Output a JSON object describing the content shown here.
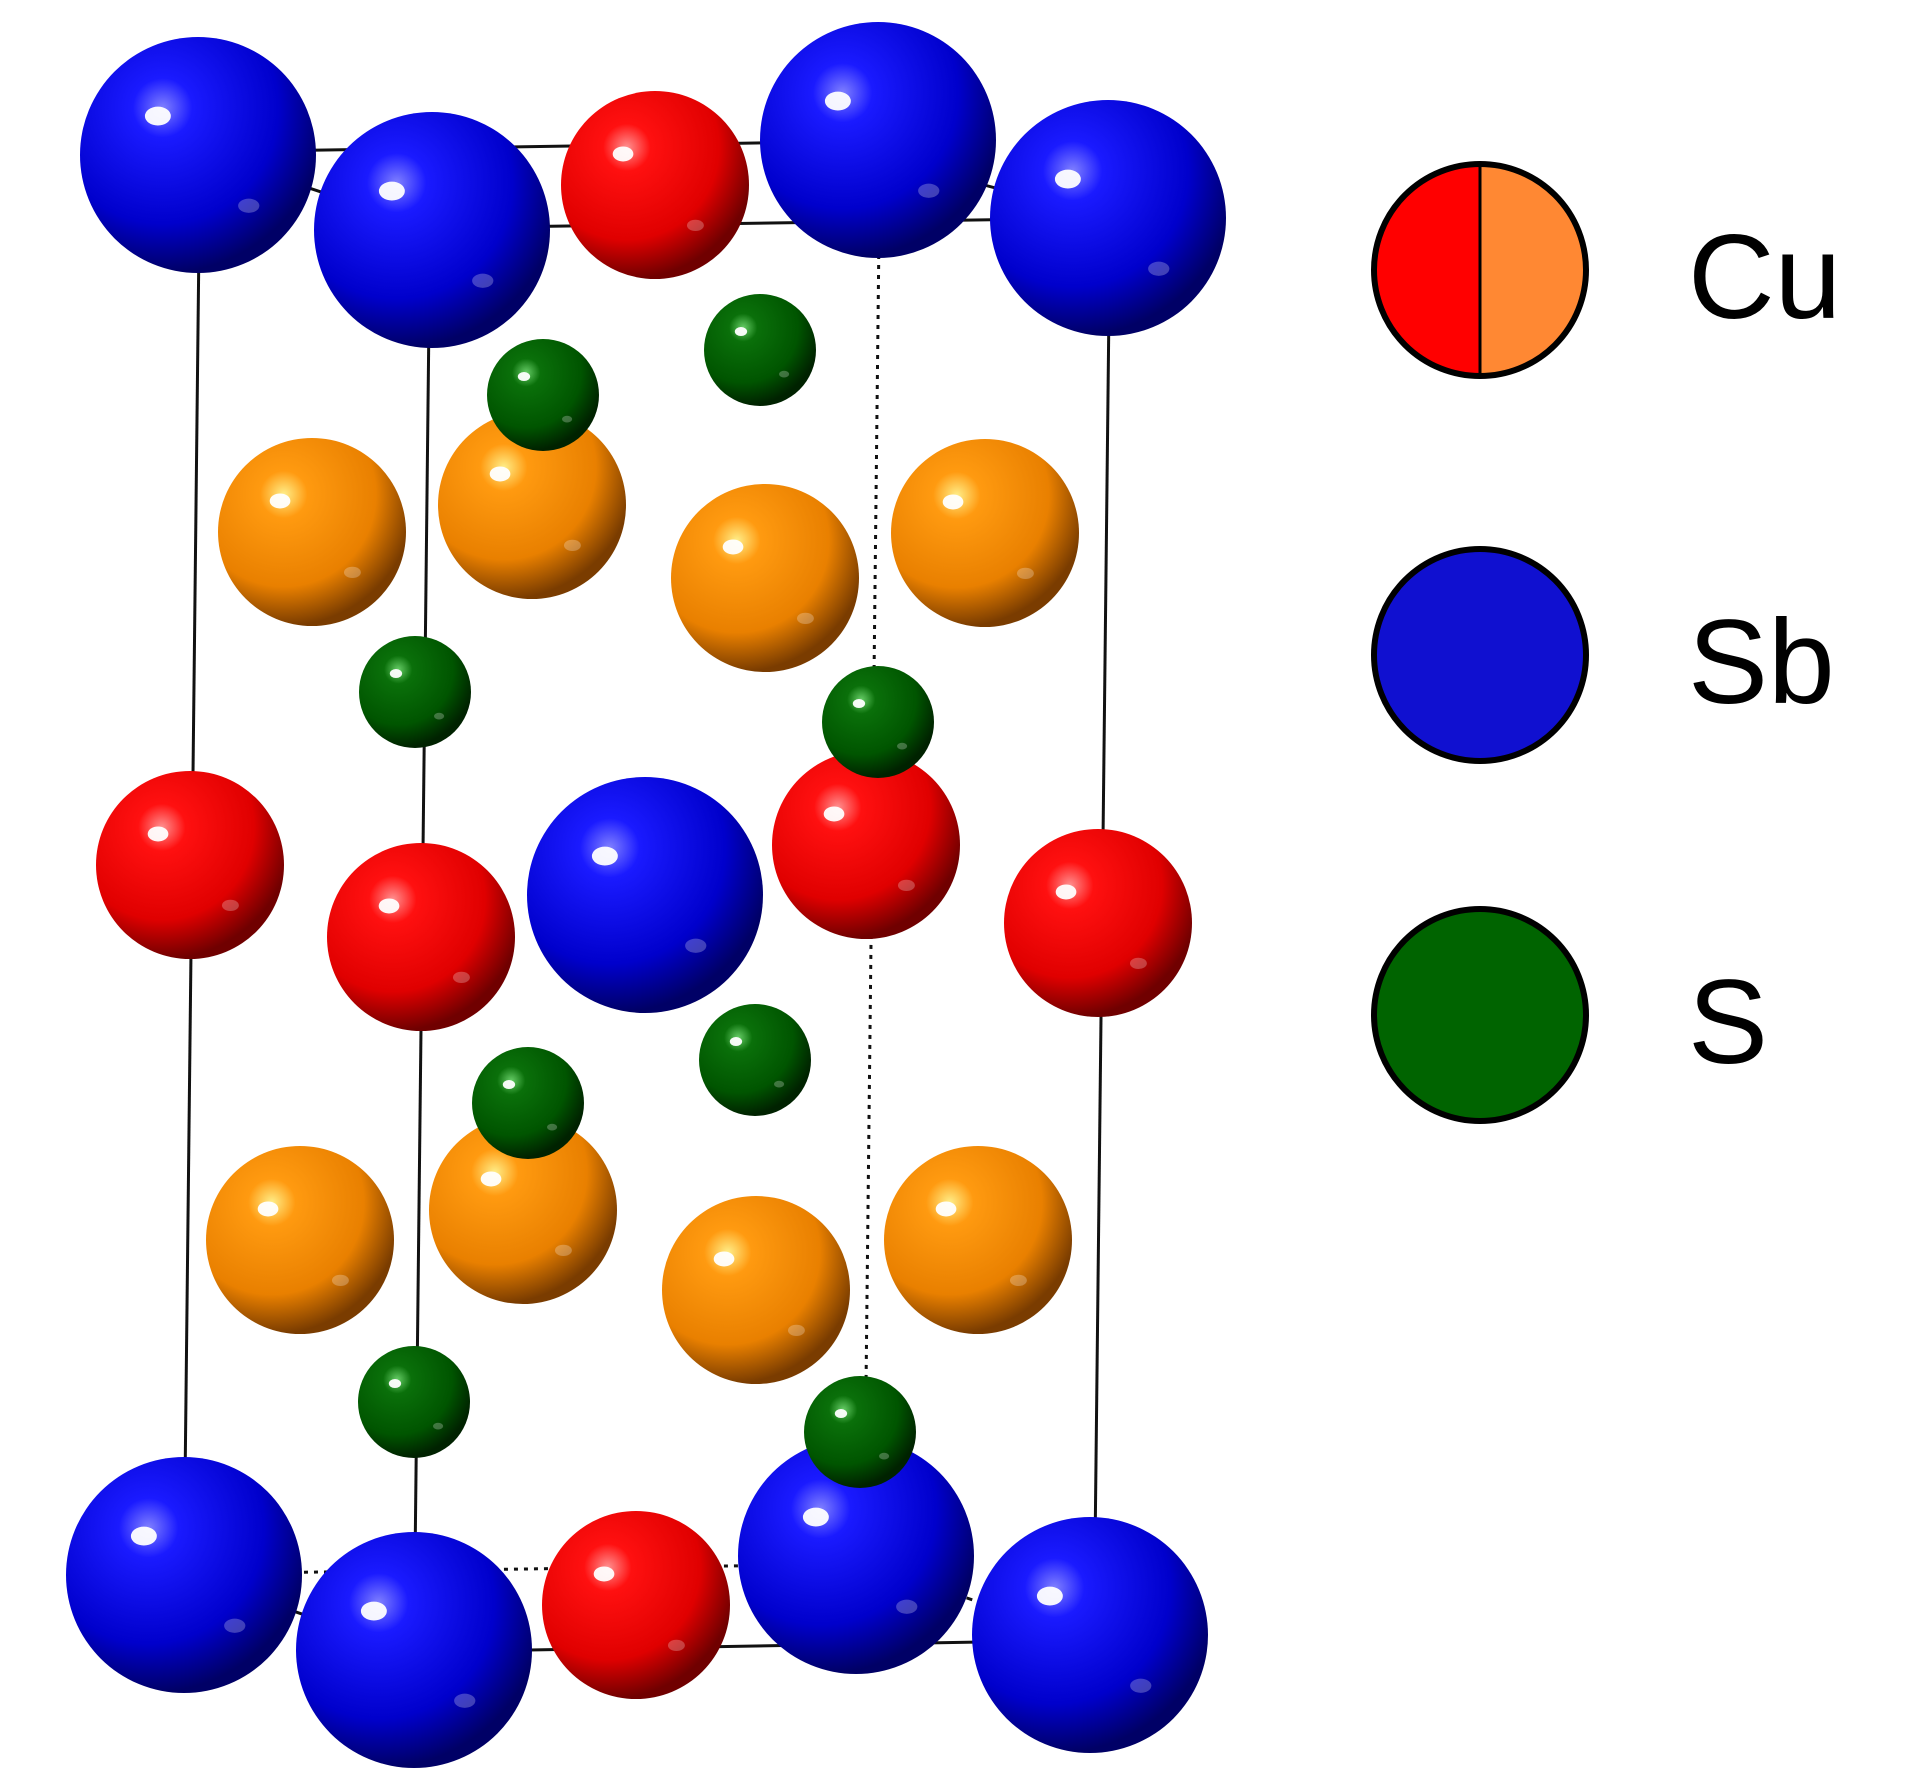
{
  "colors": {
    "cu_red": "#ff0000",
    "cu_orange": "#ff8c00",
    "sb_blue": "#0000e0",
    "s_green": "#006400",
    "cell_edge": "#111111",
    "legend_cu_orange": "#ff8833",
    "legend_sb": "#1010d0",
    "legend_s": "#006400"
  },
  "legend": {
    "items": [
      {
        "label": "Cu",
        "icon": "half-red-half-orange-circle"
      },
      {
        "label": "Sb",
        "icon": "blue-circle"
      },
      {
        "label": "S",
        "icon": "green-circle"
      }
    ]
  }
}
